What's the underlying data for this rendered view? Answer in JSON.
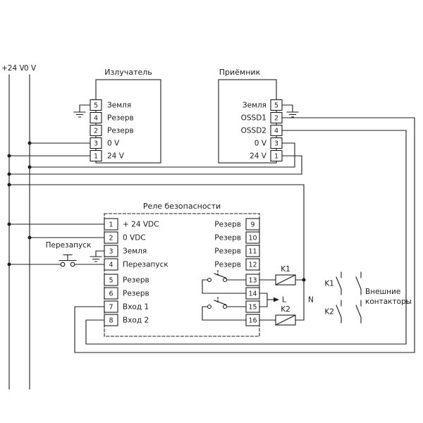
{
  "diagram": {
    "power": {
      "rail_24v": "+24 V",
      "rail_0v": "0 V"
    },
    "emitter": {
      "title": "Излучатель",
      "pins": [
        {
          "num": "5",
          "label": "Земля"
        },
        {
          "num": "4",
          "label": "Резерв"
        },
        {
          "num": "2",
          "label": "Резерв"
        },
        {
          "num": "3",
          "label": "0 V"
        },
        {
          "num": "1",
          "label": "24 V"
        }
      ]
    },
    "receiver": {
      "title": "Приёмник",
      "pins": [
        {
          "num": "5",
          "label": "Земля"
        },
        {
          "num": "2",
          "label": "OSSD1"
        },
        {
          "num": "4",
          "label": "OSSD2"
        },
        {
          "num": "3",
          "label": "0 V"
        },
        {
          "num": "1",
          "label": "24 V"
        }
      ]
    },
    "relay": {
      "title": "Реле безопасности",
      "left_terminals": [
        {
          "num": "1",
          "label": "+ 24 VDC"
        },
        {
          "num": "2",
          "label": "0 VDC"
        },
        {
          "num": "3",
          "label": "Земля"
        },
        {
          "num": "4",
          "label": "Перезапуск"
        },
        {
          "num": "5",
          "label": "Резерв"
        },
        {
          "num": "6",
          "label": "Резерв"
        },
        {
          "num": "7",
          "label": "Вход 1"
        },
        {
          "num": "8",
          "label": "Вход 2"
        }
      ],
      "right_terminals": [
        {
          "num": "9",
          "label": "Резерв"
        },
        {
          "num": "10",
          "label": "Резерв"
        },
        {
          "num": "11",
          "label": "Резерв"
        },
        {
          "num": "12",
          "label": "Резерв"
        },
        {
          "num": "13",
          "label": ""
        },
        {
          "num": "14",
          "label": ""
        },
        {
          "num": "15",
          "label": ""
        },
        {
          "num": "16",
          "label": ""
        }
      ]
    },
    "restart_button": {
      "label": "Перезапуск"
    },
    "relays": {
      "k1": "K1",
      "k2": "K2"
    },
    "external_contactors": {
      "k1": "K1",
      "k2": "K2",
      "caption_line1": "Внешние",
      "caption_line2": "контакторы"
    },
    "mains": {
      "line": "L",
      "neutral": "N"
    }
  },
  "colors": {
    "line": "#1c1c1c",
    "background": "#ffffff"
  }
}
